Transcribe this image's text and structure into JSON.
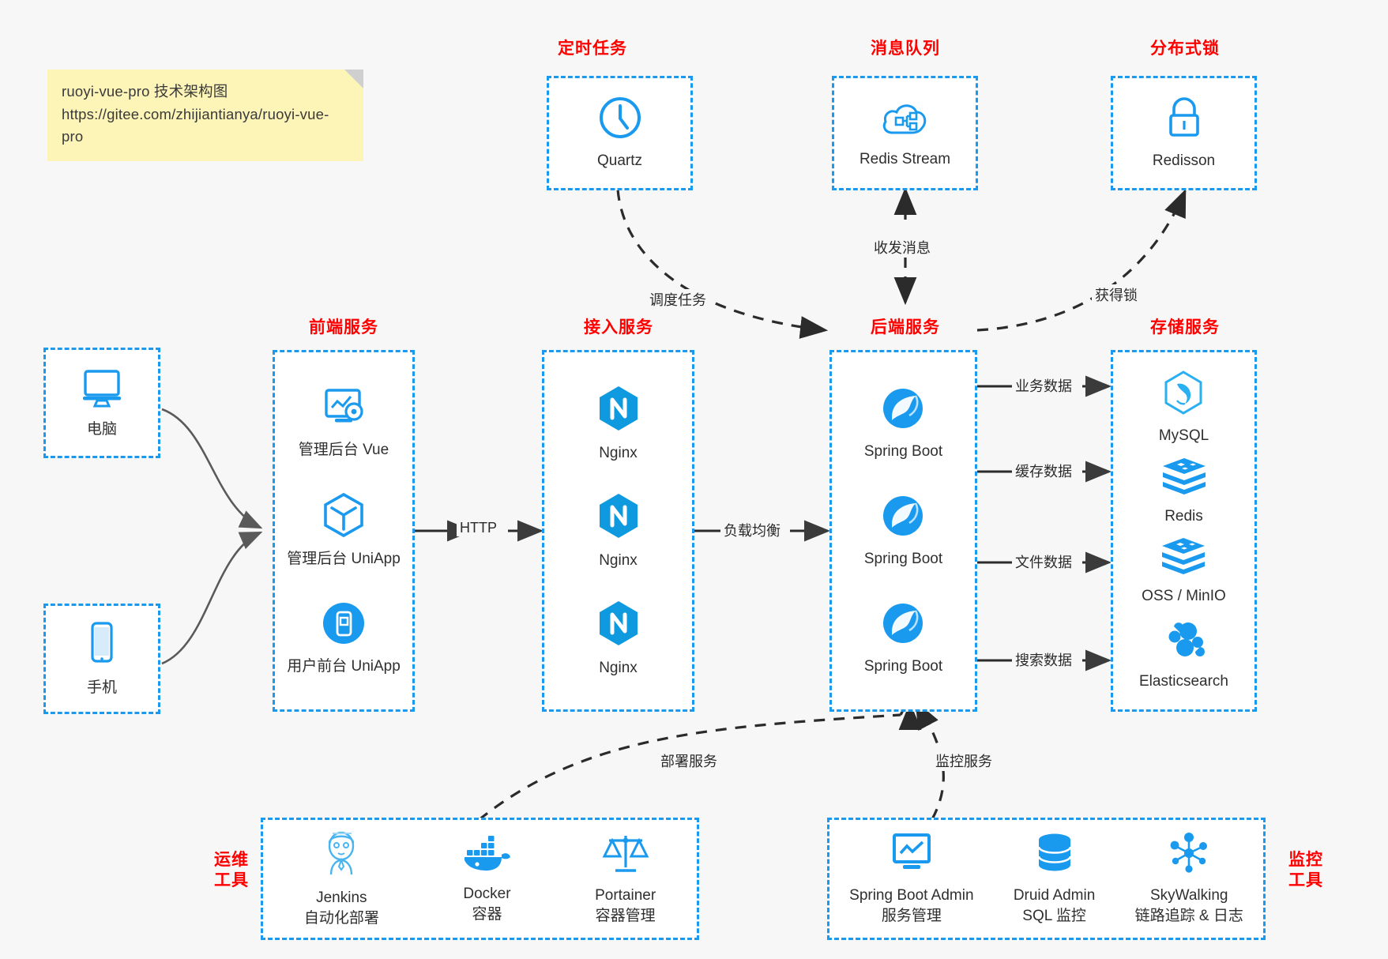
{
  "note": {
    "line1": "ruoyi-vue-pro 技术架构图",
    "line2": "https://gitee.com/zhijiantianya/ruoyi-vue-pro"
  },
  "colors": {
    "accent": "#1a9aef",
    "title": "#ff0000",
    "edge": "#444444",
    "background": "#f7f7f7",
    "note_bg": "#fdf4b8"
  },
  "groups": {
    "scheduled_task": {
      "title": "定时任务",
      "nodes": [
        {
          "label": "Quartz",
          "icon": "clock-icon"
        }
      ]
    },
    "message_queue": {
      "title": "消息队列",
      "nodes": [
        {
          "label": "Redis Stream",
          "icon": "cloud-stream-icon"
        }
      ]
    },
    "distributed_lock": {
      "title": "分布式锁",
      "nodes": [
        {
          "label": "Redisson",
          "icon": "lock-icon"
        }
      ]
    },
    "clients": {
      "nodes": [
        {
          "label": "电脑",
          "icon": "desktop-icon"
        },
        {
          "label": "手机",
          "icon": "phone-icon"
        }
      ]
    },
    "frontend": {
      "title": "前端服务",
      "nodes": [
        {
          "label": "管理后台 Vue",
          "icon": "dashboard-gear-icon"
        },
        {
          "label": "管理后台 UniApp",
          "icon": "cube-icon"
        },
        {
          "label": "用户前台 UniApp",
          "icon": "mobile-app-icon"
        }
      ]
    },
    "gateway": {
      "title": "接入服务",
      "nodes": [
        {
          "label": "Nginx",
          "icon": "nginx-icon"
        },
        {
          "label": "Nginx",
          "icon": "nginx-icon"
        },
        {
          "label": "Nginx",
          "icon": "nginx-icon"
        }
      ]
    },
    "backend": {
      "title": "后端服务",
      "nodes": [
        {
          "label": "Spring Boot",
          "icon": "spring-icon"
        },
        {
          "label": "Spring Boot",
          "icon": "spring-icon"
        },
        {
          "label": "Spring Boot",
          "icon": "spring-icon"
        }
      ]
    },
    "storage": {
      "title": "存储服务",
      "nodes": [
        {
          "label": "MySQL",
          "icon": "mysql-icon"
        },
        {
          "label": "Redis",
          "icon": "redis-icon"
        },
        {
          "label": "OSS / MinIO",
          "icon": "oss-icon"
        },
        {
          "label": "Elasticsearch",
          "icon": "elasticsearch-icon"
        }
      ]
    },
    "devops": {
      "title_line1": "运维",
      "title_line2": "工具",
      "nodes": [
        {
          "label": "Jenkins",
          "sub": "自动化部署",
          "icon": "jenkins-icon"
        },
        {
          "label": "Docker",
          "sub": "容器",
          "icon": "docker-icon"
        },
        {
          "label": "Portainer",
          "sub": "容器管理",
          "icon": "scales-icon"
        }
      ]
    },
    "monitoring": {
      "title_line1": "监控",
      "title_line2": "工具",
      "nodes": [
        {
          "label": "Spring Boot Admin",
          "sub": "服务管理",
          "icon": "monitor-chart-icon"
        },
        {
          "label": "Druid Admin",
          "sub": "SQL 监控",
          "icon": "database-icon"
        },
        {
          "label": "SkyWalking",
          "sub": "链路追踪 & 日志",
          "icon": "nodes-network-icon"
        }
      ]
    }
  },
  "edges": [
    {
      "label": "调度任务",
      "from": "scheduled_task",
      "to": "backend",
      "style": "dashed"
    },
    {
      "label": "收发消息",
      "from": "message_queue",
      "to": "backend",
      "style": "dashed-bidirectional"
    },
    {
      "label": "获得锁",
      "from": "backend",
      "to": "distributed_lock",
      "style": "dashed"
    },
    {
      "label": "HTTP",
      "from": "frontend",
      "to": "gateway",
      "style": "solid"
    },
    {
      "label": "负载均衡",
      "from": "gateway",
      "to": "backend",
      "style": "solid"
    },
    {
      "label": "业务数据",
      "from": "backend",
      "to": "storage",
      "style": "solid"
    },
    {
      "label": "缓存数据",
      "from": "backend",
      "to": "storage",
      "style": "solid"
    },
    {
      "label": "文件数据",
      "from": "backend",
      "to": "storage",
      "style": "solid"
    },
    {
      "label": "搜索数据",
      "from": "backend",
      "to": "storage",
      "style": "solid"
    },
    {
      "label": "部署服务",
      "from": "devops",
      "to": "backend",
      "style": "dashed"
    },
    {
      "label": "监控服务",
      "from": "monitoring",
      "to": "backend",
      "style": "dashed"
    }
  ]
}
